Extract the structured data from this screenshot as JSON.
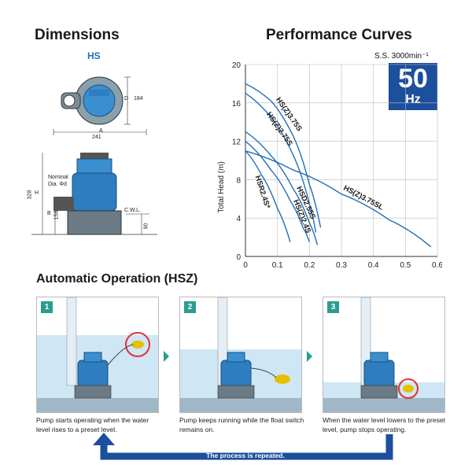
{
  "dimensions": {
    "title": "Dimensions",
    "model": "HS",
    "dim_a_label": "A",
    "dim_a_value": "241",
    "dim_d_label": "D",
    "dim_d_value": "184",
    "dim_h_label": "H",
    "dim_h_value": "328",
    "dim_b_label": "B",
    "dim_b_value": "158",
    "cwl_label": "C.W.L.",
    "cwl_value": "90",
    "nominal_label": "Nominal",
    "dia_label": "Dia. Φd"
  },
  "performance": {
    "title": "Performance Curves",
    "speed": "S.S. 3000min⁻¹",
    "hz_value": "50",
    "hz_unit": "Hz"
  },
  "chart_data": {
    "type": "line",
    "xlabel": "",
    "ylabel": "Total Head (m)",
    "xlim": [
      0,
      0.6
    ],
    "ylim": [
      0,
      20
    ],
    "xticks": [
      "0",
      "0.1",
      "0.2",
      "0.3",
      "0.4",
      "0.5",
      "0.6"
    ],
    "yticks": [
      "0",
      "4",
      "8",
      "12",
      "16",
      "20"
    ],
    "grid": true,
    "series": [
      {
        "name": "HS(Z)3.75S",
        "x": [
          0,
          0.08,
          0.15,
          0.2,
          0.235
        ],
        "y": [
          18,
          16.2,
          12.5,
          7.5,
          3
        ]
      },
      {
        "name": "HS(Z)2.75S",
        "x": [
          0,
          0.08,
          0.15,
          0.2,
          0.22
        ],
        "y": [
          17,
          14.5,
          10.5,
          5.5,
          2.5
        ]
      },
      {
        "name": "HS(Z)3.75SL",
        "x": [
          0,
          0.15,
          0.3,
          0.45,
          0.58
        ],
        "y": [
          11,
          9,
          6.5,
          3.8,
          1
        ]
      },
      {
        "name": "HSD2.55S",
        "x": [
          0,
          0.08,
          0.15,
          0.2,
          0.225
        ],
        "y": [
          13,
          10.5,
          7,
          3.5,
          1.2
        ]
      },
      {
        "name": "HS(Z)2.4S",
        "x": [
          0,
          0.08,
          0.14,
          0.18,
          0.2
        ],
        "y": [
          12,
          9,
          5.8,
          3,
          1.5
        ]
      },
      {
        "name": "HSR2.4S*",
        "x": [
          0,
          0.05,
          0.1,
          0.14
        ],
        "y": [
          11,
          8.5,
          5,
          1.5
        ]
      }
    ]
  },
  "automatic": {
    "title": "Automatic Operation (HSZ)",
    "steps": [
      {
        "num": "1",
        "caption": "Pump starts operating when the water level rises to a preset level."
      },
      {
        "num": "2",
        "caption": "Pump keeps running while the float switch remains on."
      },
      {
        "num": "3",
        "caption": "When the water level lowers to the preset level, pump stops operating."
      }
    ],
    "repeat_label": "The process is repeated.",
    "water_color": "#cfe6f5",
    "accent_color": "#1c4f9c"
  }
}
